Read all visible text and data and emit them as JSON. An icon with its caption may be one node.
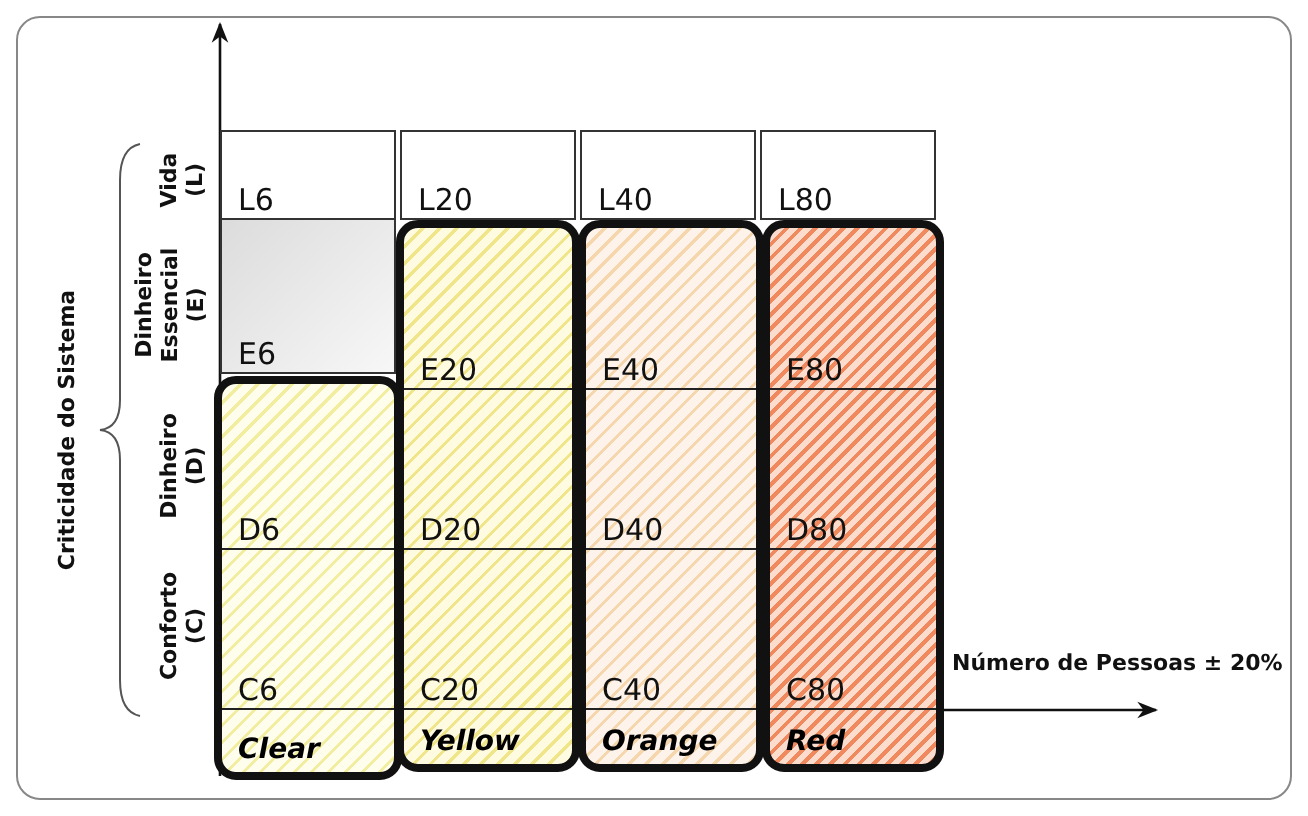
{
  "diagram": {
    "nodes": [
      {
        "text": [
          "L6"
        ]
      },
      {
        "text": [
          "L20"
        ]
      },
      {
        "text": [
          "L40"
        ]
      },
      {
        "text": [
          "L80"
        ]
      },
      {
        "text": [
          "E6"
        ]
      },
      {
        "text": [
          "Clear"
        ]
      },
      {
        "text": [
          "D6"
        ],
        "in": 5
      },
      {
        "text": [
          "C6"
        ],
        "in": 5
      },
      {
        "text": [
          "Yellow"
        ]
      },
      {
        "text": [
          "E20"
        ],
        "in": 8
      },
      {
        "text": [
          "D20"
        ],
        "in": 8
      },
      {
        "text": [
          "C20"
        ],
        "in": 8
      },
      {
        "text": [
          "Orange"
        ]
      },
      {
        "text": [
          "E40"
        ],
        "in": 12
      },
      {
        "text": [
          "D40"
        ],
        "in": 12
      },
      {
        "text": [
          "C40"
        ],
        "in": 12
      },
      {
        "text": [
          "Red"
        ]
      },
      {
        "text": [
          "E80"
        ],
        "in": 16
      },
      {
        "text": [
          "D80"
        ],
        "in": 16
      },
      {
        "text": [
          "C80"
        ],
        "in": 16
      }
    ],
    "labels": [
      "Criticidade do Sistema",
      "Vida (L)",
      "Dinheiro Essencial (E)",
      "Dinheiro (D)",
      "Conforto (C)",
      "Número de Pessoas ± 20%"
    ]
  }
}
